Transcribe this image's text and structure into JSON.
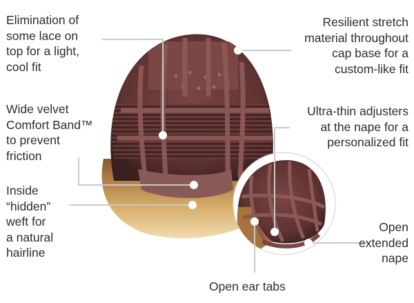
{
  "colors": {
    "text": "#2d2d2d",
    "leader": "#c9c9c9",
    "cap": "#6b3a38",
    "cap_dark": "#3e2322",
    "hair": "#c99a55"
  },
  "callouts": {
    "lace_top": {
      "lines": [
        "Elimination of",
        "some lace on",
        "top for a light,",
        "cool fit"
      ]
    },
    "stretch": {
      "lines": [
        "Resilient stretch",
        "material throughout",
        "cap base for a",
        "custom-like fit"
      ]
    },
    "velvet_band": {
      "lines": [
        "Wide velvet",
        "Comfort Band™",
        "to prevent",
        "friction"
      ]
    },
    "adjusters": {
      "lines": [
        "Ultra-thin adjusters",
        "at the nape for a",
        "personalized fit"
      ]
    },
    "hidden_weft": {
      "lines": [
        "Inside",
        "“hidden”",
        "weft for",
        "a natural",
        "hairline"
      ]
    },
    "open_nape": {
      "lines": [
        "Open",
        "extended",
        "nape"
      ]
    },
    "ear_tabs": {
      "lines": [
        "Open ear tabs"
      ]
    }
  }
}
